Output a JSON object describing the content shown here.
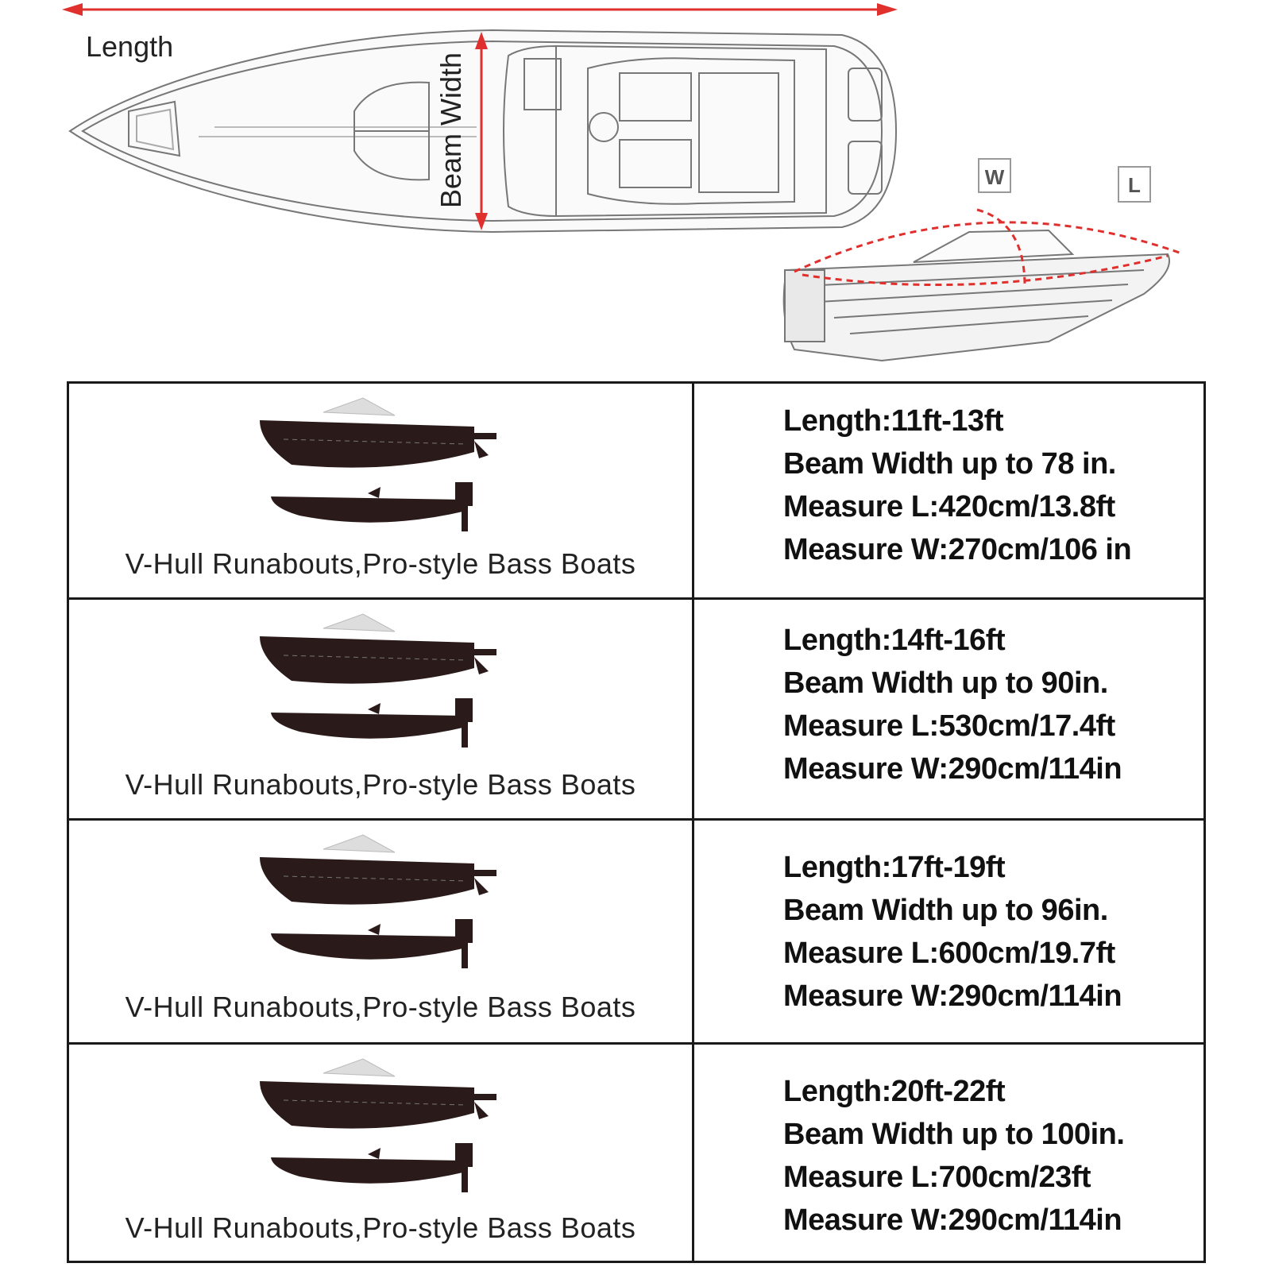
{
  "diagram": {
    "length_label": "Length",
    "beam_width_label": "Beam Width",
    "w_marker": "W",
    "l_marker": "L",
    "arrow_color": "#e0302e"
  },
  "sizes": [
    {
      "caption": "V-Hull Runabouts,Pro-style Bass Boats",
      "length": "Length:11ft-13ft",
      "beam": "Beam Width up to 78 in.",
      "measure_l": "Measure L:420cm/13.8ft",
      "measure_w": "Measure W:270cm/106 in"
    },
    {
      "caption": "V-Hull Runabouts,Pro-style Bass Boats",
      "length": "Length:14ft-16ft",
      "beam": "Beam Width up to 90in.",
      "measure_l": "Measure L:530cm/17.4ft",
      "measure_w": "Measure W:290cm/114in"
    },
    {
      "caption": "V-Hull Runabouts,Pro-style Bass Boats",
      "length": "Length:17ft-19ft",
      "beam": "Beam Width up to 96in.",
      "measure_l": "Measure L:600cm/19.7ft",
      "measure_w": "Measure W:290cm/114in"
    },
    {
      "caption": "V-Hull Runabouts,Pro-style Bass Boats",
      "length": "Length:20ft-22ft",
      "beam": "Beam Width up to 100in.",
      "measure_l": "Measure L:700cm/23ft",
      "measure_w": "Measure W:290cm/114in"
    }
  ]
}
